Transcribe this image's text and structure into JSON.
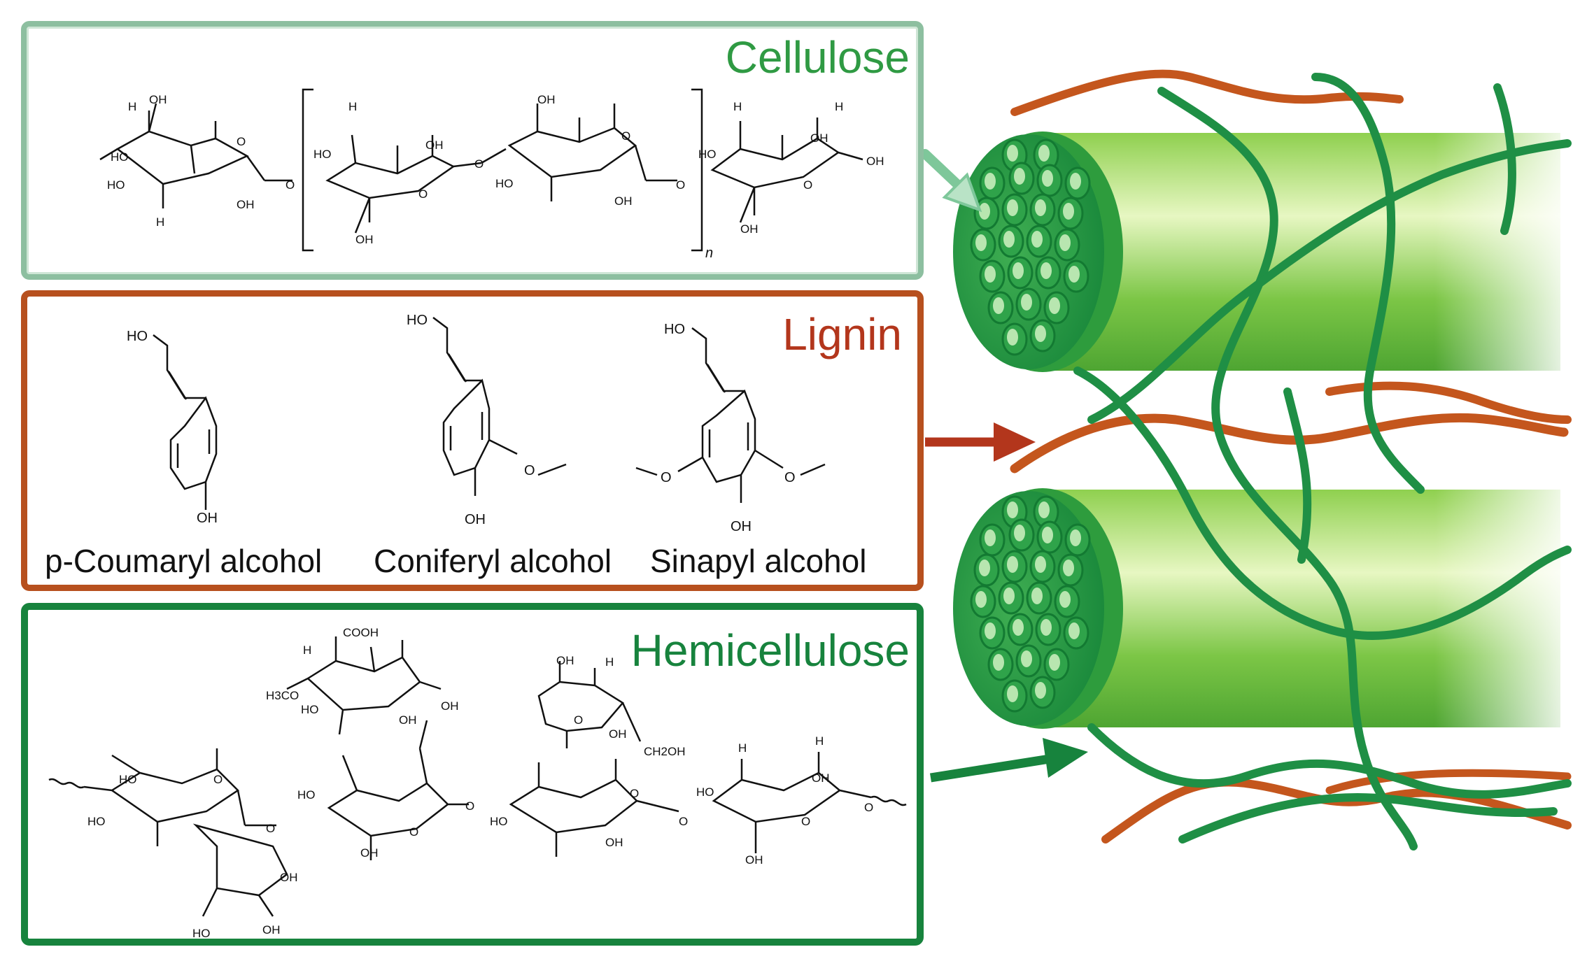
{
  "panels": {
    "cellulose": {
      "title": "Cellulose",
      "color": "#2f9a43",
      "repeat_subscript": "n"
    },
    "lignin": {
      "title": "Lignin",
      "color": "#b3361c",
      "monomers": [
        {
          "name": "p-Coumaryl alcohol"
        },
        {
          "name": "Coniferyl alcohol"
        },
        {
          "name": "Sinapyl alcohol"
        }
      ]
    },
    "hemicellulose": {
      "title": "Hemicellulose",
      "color": "#17833d"
    }
  },
  "atom_labels": {
    "oh": "OH",
    "ho": "HO",
    "h": "H",
    "o": "O",
    "cooh": "COOH",
    "h3co": "H3CO",
    "ch2oh": "CH2OH"
  },
  "colors": {
    "fibril_green": "#6cc24a",
    "strand_green": "#1f8f45",
    "strand_brown": "#c4561d"
  }
}
